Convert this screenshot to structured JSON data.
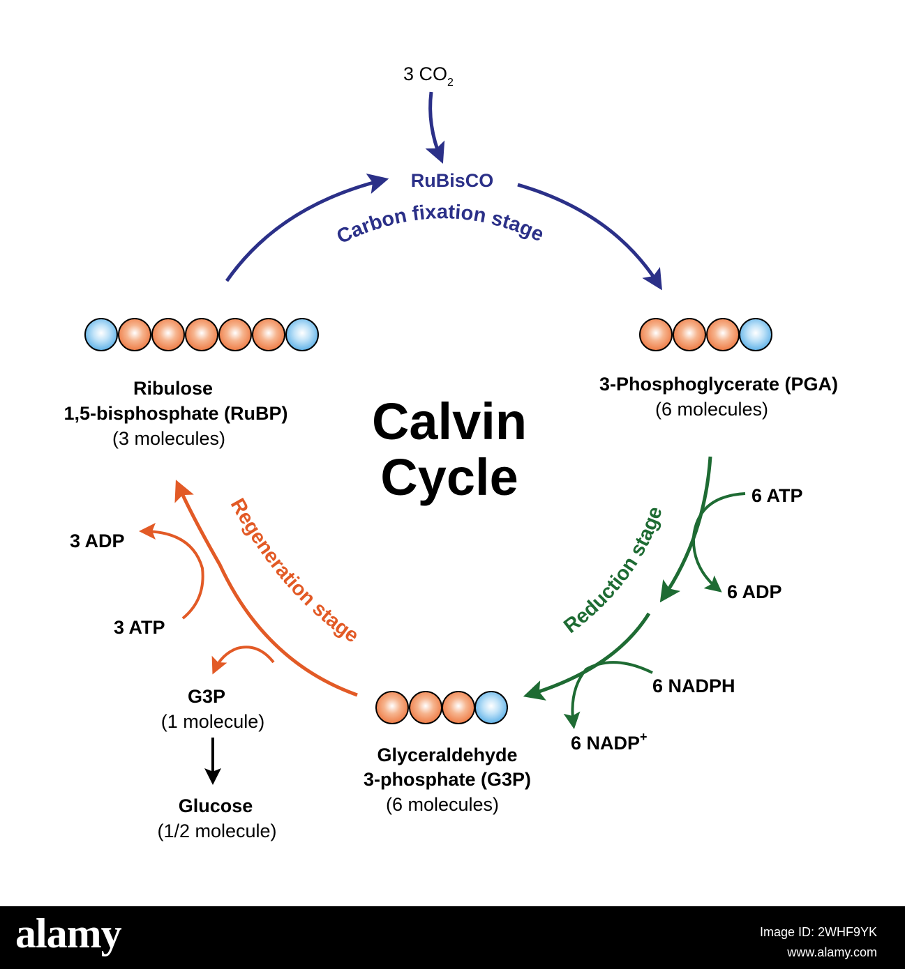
{
  "title": {
    "line1": "Calvin",
    "line2": "Cycle"
  },
  "colors": {
    "carbon_fixation": "#2b3088",
    "reduction": "#1e6b33",
    "regeneration": "#e25a26",
    "sphere_orange": "#f08a5a",
    "sphere_blue": "#7ec2ee",
    "arrow_black": "#000000"
  },
  "inputs": {
    "co2": "3 CO",
    "co2_subscript": "2"
  },
  "enzyme": "RuBisCO",
  "stages": {
    "carbon_fixation": "Carbon fixation stage",
    "reduction": "Reduction stage",
    "regeneration": "Regeneration stage"
  },
  "molecules": {
    "rubp": {
      "line1": "Ribulose",
      "line2": "1,5-bisphosphate (RuBP)",
      "count": "(3 molecules)",
      "carbons": 5
    },
    "pga": {
      "name": "3-Phosphoglycerate (PGA)",
      "count": "(6 molecules)",
      "carbons": 3
    },
    "g3p": {
      "line1": "Glyceraldehyde",
      "line2": "3-phosphate (G3P)",
      "count": "(6 molecules)",
      "carbons": 3
    },
    "g3p_out": {
      "name": "G3P",
      "count": "(1 molecule)"
    },
    "glucose": {
      "name": "Glucose",
      "count": "(1/2 molecule)"
    }
  },
  "cofactors": {
    "atp_in_reduction": "6 ATP",
    "adp_out_reduction": "6 ADP",
    "nadph_in": "6 NADPH",
    "nadp_out": "6 NADP",
    "nadp_superscript": "+",
    "atp_in_regeneration": "3 ATP",
    "adp_out_regeneration": "3 ADP"
  },
  "footer": {
    "logo": "alamy",
    "image_id": "Image ID: 2WHF9YK",
    "url": "www.alamy.com"
  }
}
